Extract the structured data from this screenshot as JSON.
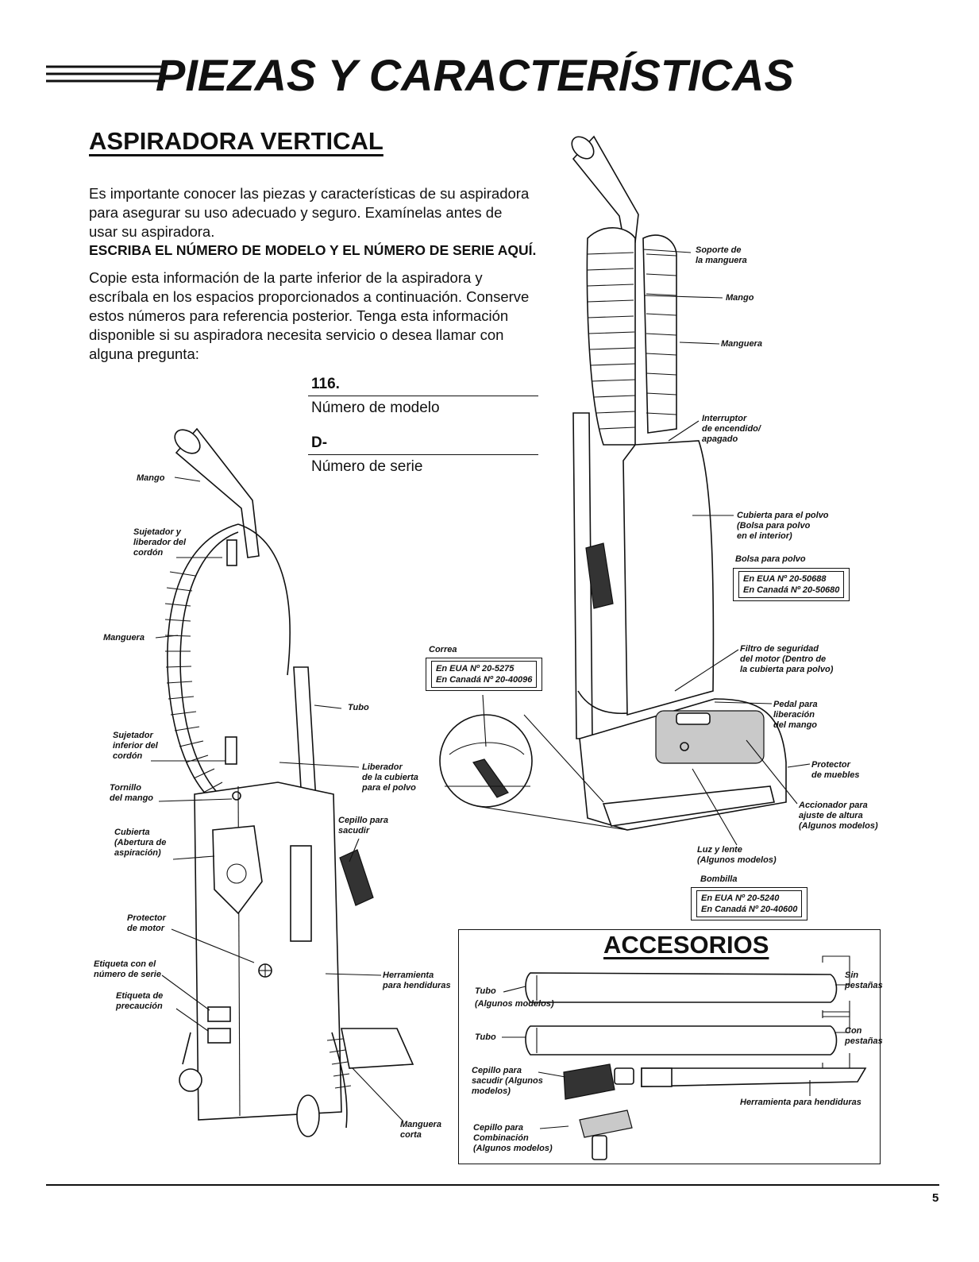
{
  "header": {
    "title": "PIEZAS Y CARACTERÍSTICAS",
    "subtitle": "ASPIRADORA VERTICAL"
  },
  "intro": {
    "paragraph1": "Es importante conocer las piezas y características de su aspiradora para asegurar su uso adecuado y seguro. Examínelas antes de usar su aspiradora.",
    "bold_line": "ESCRIBA EL NÚMERO DE MODELO Y EL NÚMERO DE SERIE AQUÍ.",
    "paragraph2": "Copie esta información de la parte inferior de la aspiradora y escríbala en los espacios proporcionados a continuación. Conserve estos números para referencia posterior. Tenga esta información disponible si su aspiradora necesita servicio o desea llamar con alguna pregunta:"
  },
  "fields": {
    "model_value": "116.",
    "model_label": "Número de modelo",
    "serial_value": "D-",
    "serial_label": "Número de serie"
  },
  "left_labels": {
    "mango": "Mango",
    "sujetador_liberador": [
      "Sujetador y",
      "liberador del",
      "cordón"
    ],
    "manguera": "Manguera",
    "sujetador_inferior": [
      "Sujetador",
      "inferior del",
      "cordón"
    ],
    "tornillo": [
      "Tornillo",
      "del mango"
    ],
    "cubierta": [
      "Cubierta",
      "(Abertura de",
      "aspiración)"
    ],
    "protector_motor": [
      "Protector",
      "de motor"
    ],
    "etiqueta_serie": [
      "Etiqueta con el",
      "número de serie"
    ],
    "etiqueta_precaucion": [
      "Etiqueta de",
      "precaución"
    ],
    "tubo": "Tubo",
    "liberador_cubierta": [
      "Liberador",
      "de la cubierta",
      "para el polvo"
    ],
    "cepillo_sacudir": [
      "Cepillo para",
      "sacudir"
    ],
    "herramienta_hendiduras": [
      "Herramienta",
      "para hendiduras"
    ],
    "manguera_corta": [
      "Manguera",
      "corta"
    ]
  },
  "right_labels": {
    "soporte_manguera": [
      "Soporte de",
      "la manguera"
    ],
    "mango": "Mango",
    "manguera": "Manguera",
    "interruptor": [
      "Interruptor",
      "de encendido/",
      "apagado"
    ],
    "cubierta_polvo": [
      "Cubierta para el polvo",
      "(Bolsa para polvo",
      "en el interior)"
    ],
    "bolsa_polvo": "Bolsa para polvo",
    "filtro": [
      "Filtro de seguridad",
      "del motor (Dentro de",
      "la cubierta para polvo)"
    ],
    "pedal": [
      "Pedal para",
      "liberación",
      "del mango"
    ],
    "protector_muebles": [
      "Protector",
      "de muebles"
    ],
    "accionador": [
      "Accionador para",
      "ajuste de altura",
      "(Algunos modelos)"
    ],
    "luz_lente": [
      "Luz y lente",
      "(Algunos modelos)"
    ],
    "bombilla": "Bombilla",
    "correa": "Correa"
  },
  "part_boxes": {
    "bolsa": [
      "En EUA Nº 20-50688",
      "En Canadá Nº 20-50680"
    ],
    "correa": [
      "En EUA Nº 20-5275",
      "En Canadá Nº 20-40096"
    ],
    "bombilla": [
      "En EUA Nº 20-5240",
      "En Canadá Nº 20-40600"
    ]
  },
  "accesorios": {
    "title": "ACCESORIOS",
    "tubo1": "Tubo",
    "tubo1_note": "(Algunos modelos)",
    "sin_pestanas": [
      "Sin",
      "pestañas"
    ],
    "tubo2": "Tubo",
    "con_pestanas": [
      "Con",
      "pestañas"
    ],
    "cepillo_sacudir": [
      "Cepillo para",
      "sacudir (Algunos",
      "modelos)"
    ],
    "herramienta": "Herramienta para hendiduras",
    "cepillo_combinacion": [
      "Cepillo para",
      "Combinación",
      "(Algunos modelos)"
    ]
  },
  "footer": {
    "page_number": "5"
  }
}
